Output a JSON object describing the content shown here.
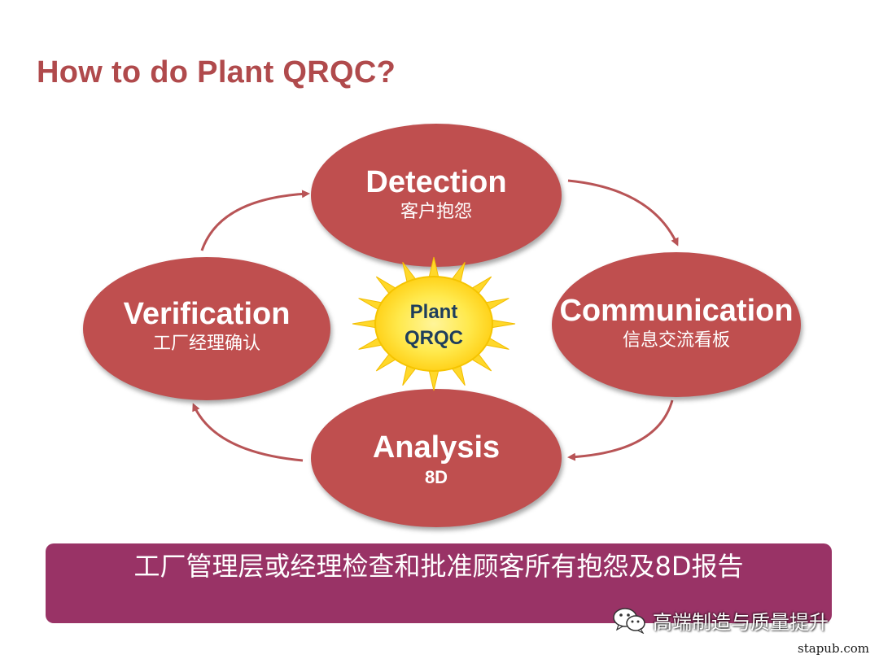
{
  "title": "How to do Plant QRQC?",
  "colors": {
    "node_fill": "#bf4f4f",
    "title": "#b04a4c",
    "arrow": "#b85456",
    "sun": "#ffe033",
    "sun_text": "#1e3e5c",
    "banner": "#993366"
  },
  "center": {
    "line1": "Plant",
    "line2": "QRQC",
    "icon": "sun-icon"
  },
  "nodes": {
    "detection": {
      "main": "Detection",
      "sub": "客户抱怨"
    },
    "communication": {
      "main": "Communication",
      "sub": "信息交流看板"
    },
    "analysis": {
      "main": "Analysis",
      "sub": "8D"
    },
    "verification": {
      "main": "Verification",
      "sub": "工厂经理确认"
    }
  },
  "cycle": [
    "Detection",
    "Communication",
    "Analysis",
    "Verification"
  ],
  "banner": {
    "text": "工厂管理层或经理检查和批准顾客所有抱怨及8D报告"
  },
  "watermark": {
    "icon": "wechat-icon",
    "text": "高端制造与质量提升"
  },
  "site": "stapub.com"
}
